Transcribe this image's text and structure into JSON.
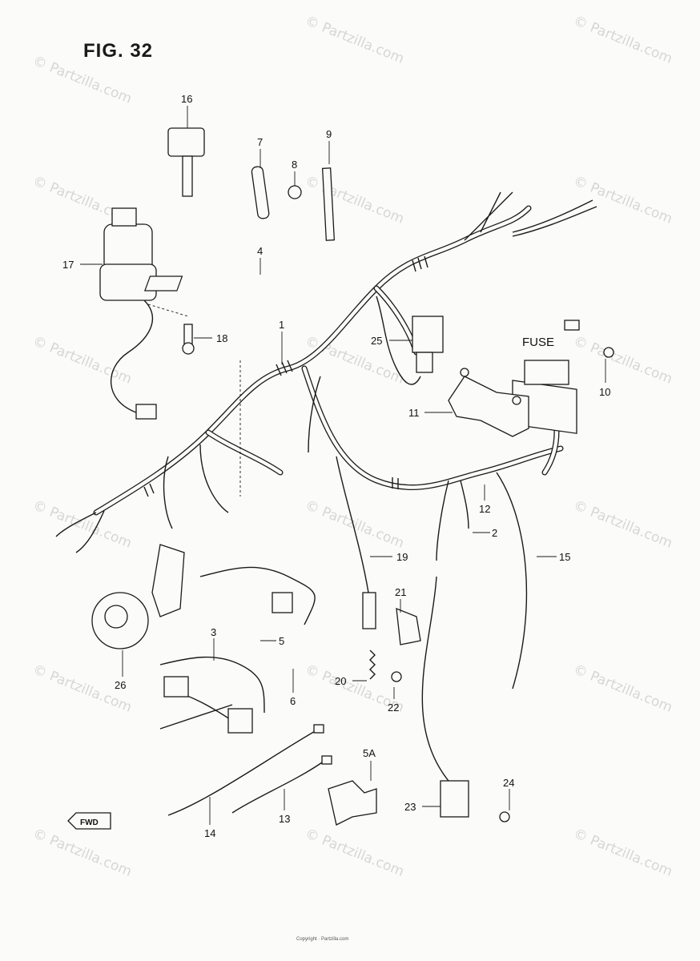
{
  "figure": {
    "title": "FIG. 32"
  },
  "watermark": {
    "text": "© Partzilla.com",
    "color": "#b9b9b9"
  },
  "callouts": [
    "16",
    "7",
    "8",
    "9",
    "17",
    "4",
    "18",
    "1",
    "25",
    "10",
    "11",
    "12",
    "2",
    "19",
    "15",
    "21",
    "3",
    "5",
    "20",
    "22",
    "26",
    "6",
    "5A",
    "24",
    "23",
    "14",
    "13"
  ],
  "fuse_box": {
    "label": "FUSE"
  },
  "fwd_arrow": {
    "label": "FWD"
  },
  "footer": {
    "text": "Copyright · Partzilla.com"
  }
}
